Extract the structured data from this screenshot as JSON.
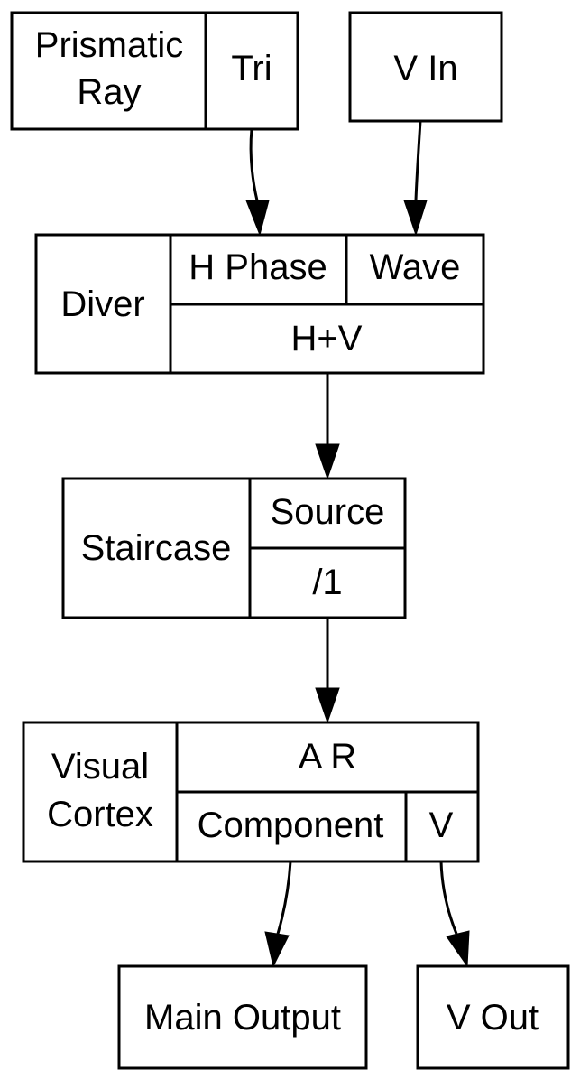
{
  "nodes": {
    "prismatic": {
      "title": [
        "Prismatic",
        "Ray"
      ],
      "port_tri": "Tri"
    },
    "vin": {
      "title": "V In"
    },
    "diver": {
      "title": "Diver",
      "port_hphase": "H Phase",
      "port_wave": "Wave",
      "port_hv": "H+V"
    },
    "staircase": {
      "title": "Staircase",
      "port_source": "Source",
      "port_div1": "/1"
    },
    "visual": {
      "title": [
        "Visual",
        "Cortex"
      ],
      "port_ar": "A R",
      "port_component": "Component",
      "port_v": "V"
    },
    "mainout": {
      "title": "Main Output"
    },
    "vout": {
      "title": "V Out"
    }
  },
  "edges": [
    {
      "from": "Prismatic Ray: Tri",
      "to": "Diver: H Phase"
    },
    {
      "from": "V In",
      "to": "Diver: Wave"
    },
    {
      "from": "Diver: H+V",
      "to": "Staircase: Source"
    },
    {
      "from": "Staircase: /1",
      "to": "Visual Cortex: A R"
    },
    {
      "from": "Visual Cortex: Component",
      "to": "Main Output"
    },
    {
      "from": "Visual Cortex: V",
      "to": "V Out"
    }
  ]
}
